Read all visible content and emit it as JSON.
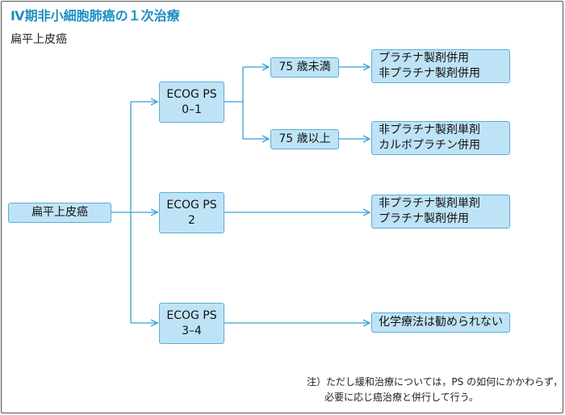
{
  "title": "Ⅳ期非小細胞肺癌の１次治療",
  "subtitle": "扁平上皮癌",
  "root": {
    "label": "扁平上皮癌"
  },
  "ecog": [
    {
      "line1": "ECOG PS",
      "line2": "0–1"
    },
    {
      "line1": "ECOG PS",
      "line2": "2"
    },
    {
      "line1": "ECOG PS",
      "line2": "3–4"
    }
  ],
  "age": [
    {
      "label": "75 歳未満"
    },
    {
      "label": "75 歳以上"
    }
  ],
  "treatments": [
    {
      "line1": "プラチナ製剤併用",
      "line2": "非プラチナ製剤併用"
    },
    {
      "line1": "非プラチナ製剤単剤",
      "line2": "カルボプラチン併用"
    },
    {
      "line1": "非プラチナ製剤単剤",
      "line2": "プラチナ製剤併用"
    },
    {
      "line1": "化学療法は勧められない"
    }
  ],
  "note": {
    "line1": "注）ただし緩和治療については，PS の如何にかかわらず，",
    "line2": "必要に応じ癌治療と併行して行う。"
  },
  "colors": {
    "title": "#1d8ec4",
    "box_fill": "#bfe3f6",
    "box_border": "#5aaedc",
    "connector": "#3a9fd6"
  }
}
